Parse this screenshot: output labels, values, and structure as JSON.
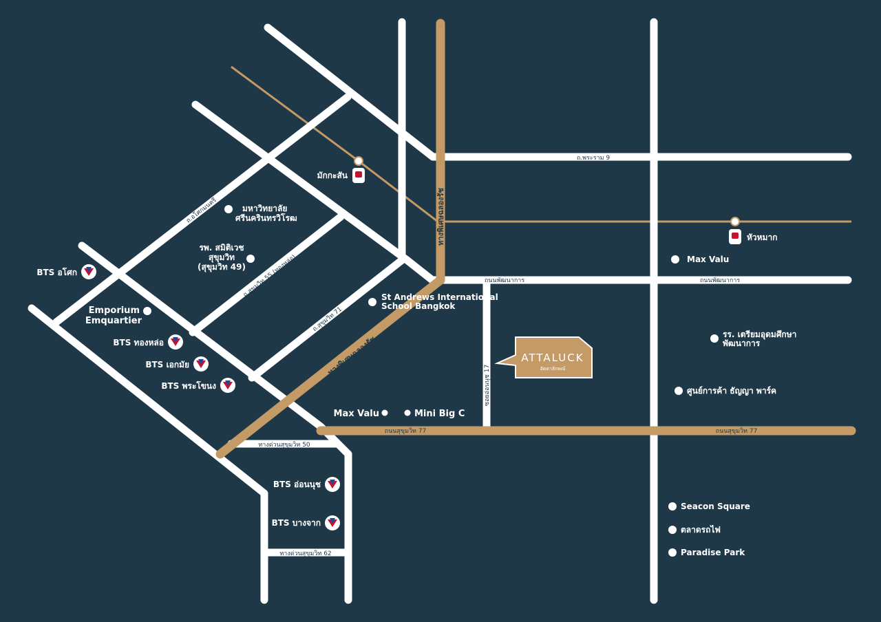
{
  "colors": {
    "background": "#1f3847",
    "road": "#ffffff",
    "main_road": "#c49a66",
    "bts_red": "#c8102e",
    "bts_blue": "#1b4a9c"
  },
  "roads": {
    "rama9": "ถ.พระราม 9",
    "phatthanakan_west": "ถนนพัฒนาการ",
    "phatthanakan_east": "ถนนพัฒนาการ",
    "sukhumvit77_west": "ถนนสุขุมวิท 77",
    "sukhumvit77_east": "ถนนสุขุมวิท 77",
    "expressway_vertical": "ทางพิเศษฉลองรัช",
    "expressway_diagonal": "ทางพิเศษฉลองรัช",
    "soi_onnut17": "ซอยอ่อนนุช 17",
    "sukhumvit55": "ถ.สุขุมวิท 55 (ทองหล่อ)",
    "sukhumvit71": "ถ.สุขุมวิท 71",
    "asok_montri": "ถ.อโศกมนตรี",
    "expressway50": "ทางด่วนสุขุมวิท 50",
    "expressway62": "ทางด่วนสุขุมวิท 62"
  },
  "stations": {
    "makkasan": "มักกะสัน",
    "hua_mak": "หัวหมาก"
  },
  "bts": {
    "asok": "BTS อโศก",
    "thonglo": "BTS ทองหล่อ",
    "ekkamai": "BTS เอกมัย",
    "phra_khanong": "BTS พระโขนง",
    "on_nut": "BTS อ่อนนุช",
    "bang_chak": "BTS บางจาก"
  },
  "pois": {
    "swu_line1": "มหาวิทยาลัย",
    "swu_line2": "ศรีนครินทรวิโรฒ",
    "samitivej_line1": "รพ. สมิติเวช",
    "samitivej_line2": "สุขุมวิท",
    "samitivej_line3": "(สุขุมวิท 49)",
    "emporium_line1": "Emporium",
    "emporium_line2": "Emquartier",
    "st_andrews_line1": "St Andrews International",
    "st_andrews_line2": "School Bangkok",
    "max_valu_1": "Max Valu",
    "max_valu_2": "Max Valu",
    "mini_big_c": "Mini Big C",
    "triam_line1": "รร. เตรียมอุดมศึกษา",
    "triam_line2": "พัฒนาการ",
    "thanya_park": "ศูนย์การค้า ธัญญา พาร์ค",
    "seacon_square": "Seacon Square",
    "rot_fai_market": "ตลาดรถไฟ",
    "paradise_park": "Paradise Park"
  },
  "project": {
    "name": "ATTALUCK",
    "subtitle": "อัตตาลักษณ์"
  }
}
